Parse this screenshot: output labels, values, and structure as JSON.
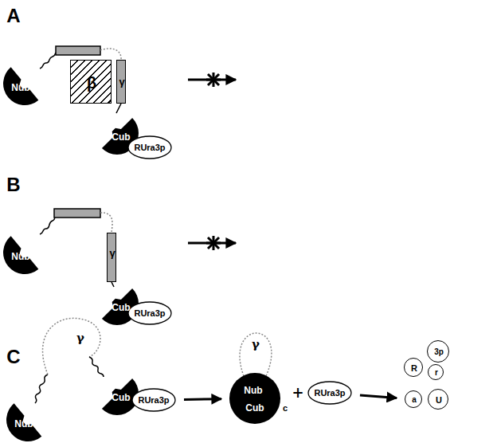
{
  "diagram": {
    "nodes": [
      {
        "text": [
          "Nub"
        ]
      },
      {
        "text": [
          "β"
        ]
      },
      {
        "text": [
          "γ"
        ]
      },
      {
        "text": [
          "Cub"
        ]
      },
      {
        "text": [
          "RUra3p"
        ]
      },
      {
        "text": [
          "Nub"
        ]
      },
      {
        "text": [
          "γ"
        ]
      },
      {
        "text": [
          "Cub"
        ]
      },
      {
        "text": [
          "RUra3p"
        ]
      },
      {
        "text": [
          "Nub"
        ]
      },
      {
        "text": [
          "Cub"
        ]
      },
      {
        "text": [
          "RUra3p"
        ]
      },
      {
        "text": [
          "Nub",
          "Cub",
          "c"
        ]
      },
      {
        "text": [
          "RUra3p"
        ]
      },
      {
        "text": [
          "3p"
        ]
      },
      {
        "text": [
          "R"
        ]
      },
      {
        "text": [
          "r"
        ]
      },
      {
        "text": [
          "a"
        ]
      },
      {
        "text": [
          "U"
        ]
      }
    ],
    "edges": [
      {
        "from": 11,
        "to": 12,
        "arrow": "to"
      },
      {
        "from": 13,
        "to": 17,
        "arrow": "to"
      }
    ],
    "labels": [
      "A",
      "B",
      "C",
      "γ",
      "γ",
      "+"
    ]
  }
}
